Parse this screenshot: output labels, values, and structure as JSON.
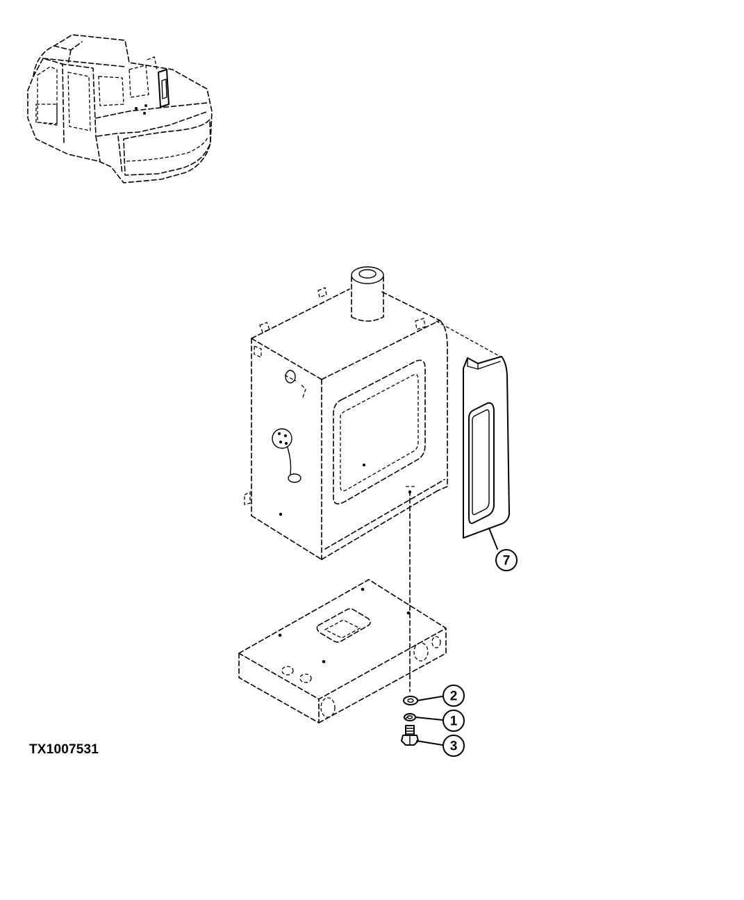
{
  "figure": {
    "id": "TX1007531"
  },
  "callouts": [
    {
      "label": "7",
      "part": "cover-panel"
    },
    {
      "label": "2",
      "part": "washer"
    },
    {
      "label": "1",
      "part": "lock-washer"
    },
    {
      "label": "3",
      "part": "bolt"
    }
  ]
}
